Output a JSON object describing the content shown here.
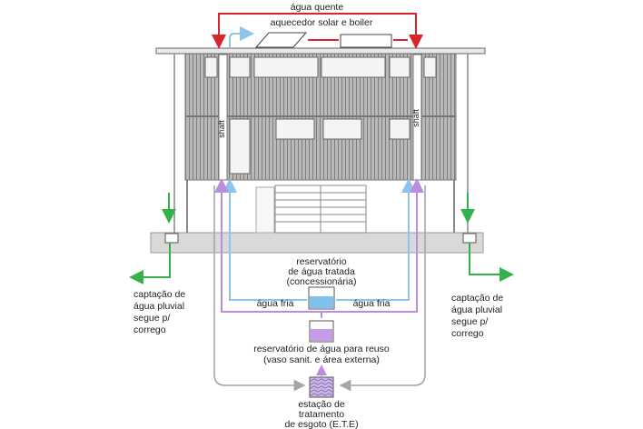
{
  "labels": {
    "hot_water": "água quente",
    "solar_heater": "aquecedor solar e boiler",
    "shaft": "shaft",
    "treated_tank_1": "reservatório",
    "treated_tank_2": "de água tratada",
    "treated_tank_3": "(concessionária)",
    "cold_water": "água fria",
    "reuse_tank_1": "reservatório de água para reuso",
    "reuse_tank_2": "(vaso sanit. e área externa)",
    "ete_1": "estação de",
    "ete_2": "tratamento",
    "ete_3": "de esgoto (E.T.E)",
    "rain_1": "captação de",
    "rain_2": "água pluvial",
    "rain_3": "segue p/",
    "rain_4": "corrego"
  },
  "colors": {
    "hot": "#d7262b",
    "cold": "#8ec3ea",
    "reuse": "#b98ee0",
    "sewage": "#a6a6a6",
    "rain": "#34b04a",
    "building": "#9a9a9a",
    "ground": "#d9d9d9",
    "tank_blue": "#7fc0ee",
    "tank_purple": "#c69be8"
  }
}
